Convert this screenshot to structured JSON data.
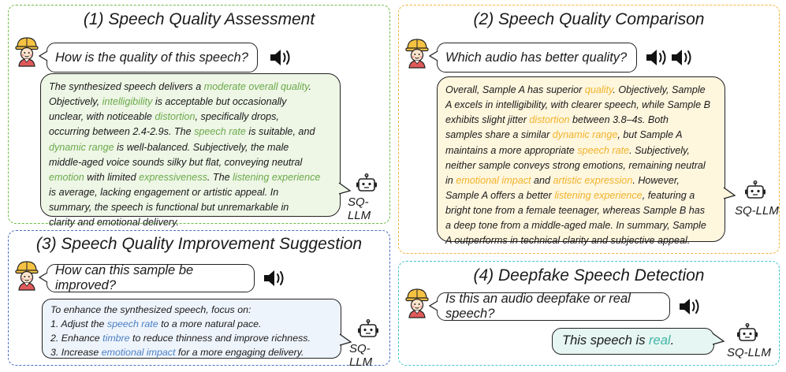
{
  "panel1": {
    "title": "(1) Speech Quality  Assessment",
    "question": "How is the quality of this speech?",
    "answer_lines": [
      [
        {
          "t": "The synthesized speech delivers a "
        },
        {
          "t": "moderate overall quality",
          "c": "green"
        },
        {
          "t": "."
        }
      ],
      [
        {
          "t": "Objectively, "
        },
        {
          "t": "intelligibility",
          "c": "green"
        },
        {
          "t": " is acceptable but occasionally"
        }
      ],
      [
        {
          "t": "unclear, with noticeable "
        },
        {
          "t": "distortion",
          "c": "green"
        },
        {
          "t": ", specifically drops,"
        }
      ],
      [
        {
          "t": "occurring between 2.4-2.9s. The "
        },
        {
          "t": "speech rate",
          "c": "green"
        },
        {
          "t": " is suitable, and"
        }
      ],
      [
        {
          "t": "dynamic range",
          "c": "green"
        },
        {
          "t": " is well-balanced. Subjectively, the male"
        }
      ],
      [
        {
          "t": "middle-aged voice sounds silky but flat, conveying neutral"
        }
      ],
      [
        {
          "t": "emotion",
          "c": "green"
        },
        {
          "t": " with limited "
        },
        {
          "t": "expressiveness",
          "c": "green"
        },
        {
          "t": ". The "
        },
        {
          "t": "listening experience",
          "c": "green"
        }
      ],
      [
        {
          "t": "is average, lacking engagement or artistic appeal. In"
        }
      ],
      [
        {
          "t": "summary, the speech is functional but unremarkable in"
        }
      ],
      [
        {
          "t": "clarity and emotional delivery."
        }
      ]
    ],
    "robot_label": "SQ-LLM"
  },
  "panel2": {
    "title": "(2) Speech Quality  Comparison",
    "question": "Which audio has better quality?",
    "answer_lines": [
      [
        {
          "t": "Overall, Sample A has superior "
        },
        {
          "t": "quality",
          "c": "orange"
        },
        {
          "t": ". Objectively, Sample"
        }
      ],
      [
        {
          "t": "A excels in intelligibility, with clearer speech, while Sample B"
        }
      ],
      [
        {
          "t": "exhibits slight jitter "
        },
        {
          "t": "distortion",
          "c": "orange"
        },
        {
          "t": " between 3.8–4s. Both"
        }
      ],
      [
        {
          "t": "samples share a similar "
        },
        {
          "t": "dynamic range",
          "c": "orange"
        },
        {
          "t": ", but Sample A"
        }
      ],
      [
        {
          "t": "maintains a more appropriate "
        },
        {
          "t": "speech rate",
          "c": "orange"
        },
        {
          "t": ". Subjectively,"
        }
      ],
      [
        {
          "t": "neither sample conveys strong emotions, remaining neutral"
        }
      ],
      [
        {
          "t": "in "
        },
        {
          "t": "emotional impact",
          "c": "orange"
        },
        {
          "t": " and "
        },
        {
          "t": "artistic expression",
          "c": "orange"
        },
        {
          "t": ". However,"
        }
      ],
      [
        {
          "t": "Sample A offers a better "
        },
        {
          "t": "listening experience",
          "c": "orange"
        },
        {
          "t": ", featuring a"
        }
      ],
      [
        {
          "t": "bright tone from a female teenager, whereas Sample B has"
        }
      ],
      [
        {
          "t": "a deep tone from a middle-aged male. In summary, Sample"
        }
      ],
      [
        {
          "t": "A outperforms in technical clarity and subjective appeal."
        }
      ]
    ],
    "robot_label": "SQ-LLM"
  },
  "panel3": {
    "title": "(3) Speech Quality  Improvement Suggestion",
    "question": "How can this sample be improved?",
    "answer_lines": [
      [
        {
          "t": "To enhance the synthesized speech, focus on:"
        }
      ],
      [
        {
          "t": "1. Adjust the "
        },
        {
          "t": "speech rate",
          "c": "blue"
        },
        {
          "t": " to a more natural pace."
        }
      ],
      [
        {
          "t": "2. Enhance "
        },
        {
          "t": "timbre",
          "c": "blue"
        },
        {
          "t": " to reduce thinness and improve richness."
        }
      ],
      [
        {
          "t": "3. Increase "
        },
        {
          "t": "emotional impact",
          "c": "blue"
        },
        {
          "t": " for a more engaging delivery."
        }
      ]
    ],
    "robot_label": "SQ-LLM"
  },
  "panel4": {
    "title": "(4) Deepfake Speech Detection",
    "question": "Is this an audio deepfake or real speech?",
    "answer_lines": [
      [
        {
          "t": "This speech is "
        },
        {
          "t": "real",
          "c": "teal"
        },
        {
          "t": "."
        }
      ]
    ],
    "robot_label": "SQ-LLM"
  },
  "colors": {
    "panel1_border": "#6dbb45",
    "panel2_border": "#f2b43c",
    "panel3_border": "#4a6fc0",
    "panel4_border": "#40c6c6",
    "panel1_bubble": "#eef6e6",
    "panel2_bubble": "#fff6de",
    "panel3_bubble": "#eef4fc",
    "panel4_bubble": "#e6f6f2",
    "green": "#6aaa4a",
    "orange": "#f0b32a",
    "blue": "#4a7fc4",
    "teal": "#3fb6a7"
  },
  "icons": {
    "user": "user-avatar-icon",
    "speaker": "speaker-icon",
    "robot": "robot-icon"
  }
}
